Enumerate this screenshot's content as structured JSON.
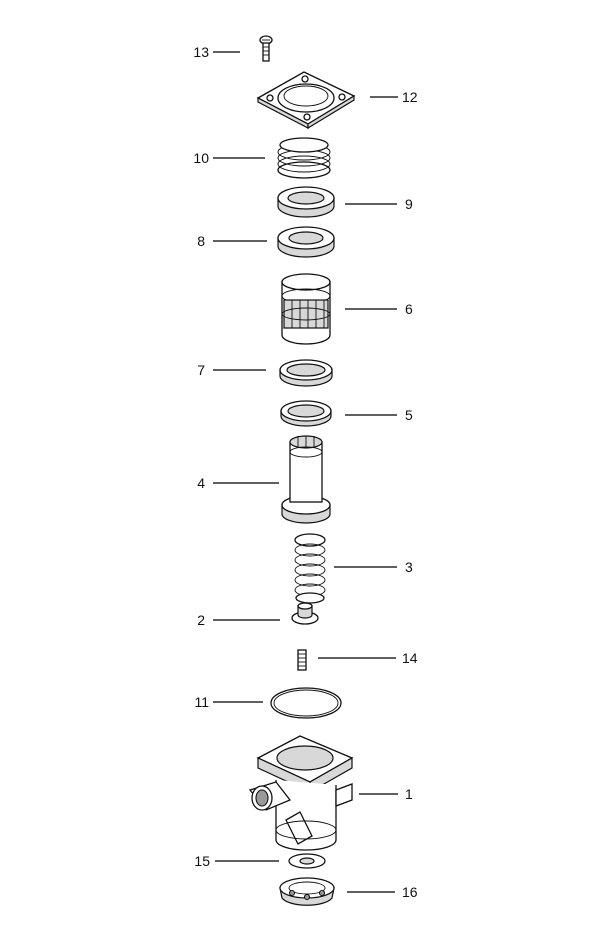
{
  "callouts": [
    {
      "id": "13",
      "text": "13"
    },
    {
      "id": "12",
      "text": "12"
    },
    {
      "id": "10",
      "text": "10"
    },
    {
      "id": "9",
      "text": "9"
    },
    {
      "id": "8",
      "text": "8"
    },
    {
      "id": "6",
      "text": "6"
    },
    {
      "id": "7",
      "text": "7"
    },
    {
      "id": "5",
      "text": "5"
    },
    {
      "id": "4",
      "text": "4"
    },
    {
      "id": "3",
      "text": "3"
    },
    {
      "id": "2",
      "text": "2"
    },
    {
      "id": "14",
      "text": "14"
    },
    {
      "id": "11",
      "text": "11"
    },
    {
      "id": "1",
      "text": "1"
    },
    {
      "id": "15",
      "text": "15"
    },
    {
      "id": "16",
      "text": "16"
    }
  ]
}
